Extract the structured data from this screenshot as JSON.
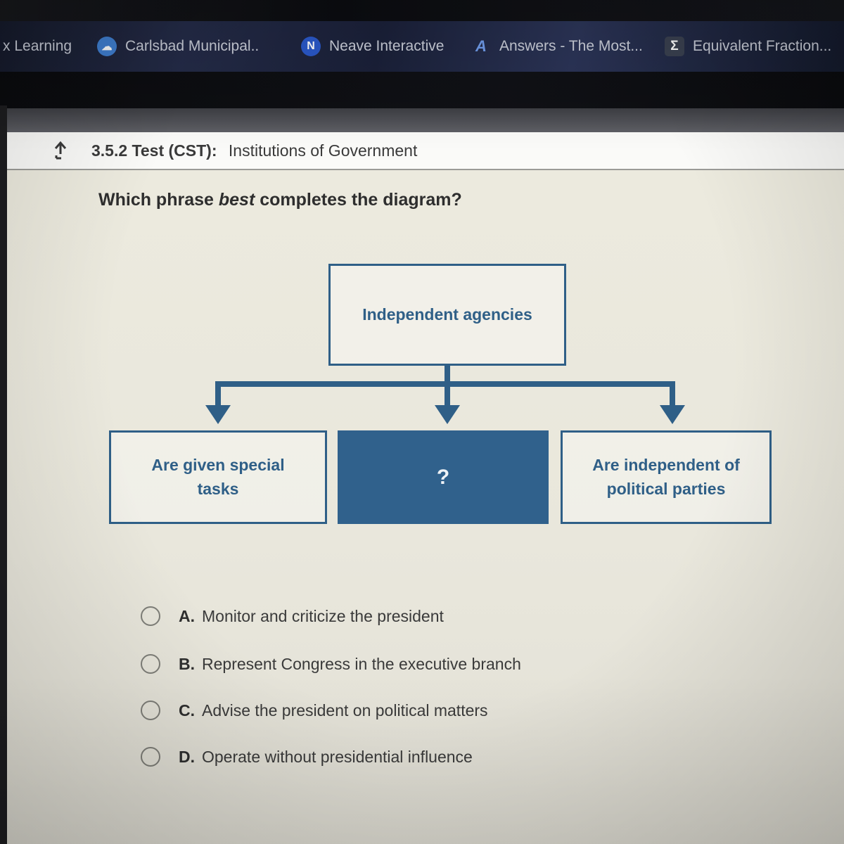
{
  "bookmarks_bar": {
    "items": [
      {
        "label": "x Learning",
        "icon": "none"
      },
      {
        "label": "Carlsbad Municipal..",
        "icon": "cloud-icon"
      },
      {
        "label": "Neave Interactive",
        "icon": "n-badge-icon",
        "badge": "N"
      },
      {
        "label": "Answers - The Most...",
        "icon": "a-badge-icon",
        "badge": "A"
      },
      {
        "label": "Equivalent Fraction...",
        "icon": "sigma-badge-icon",
        "badge": "Σ"
      }
    ]
  },
  "header": {
    "title_bold": "3.5.2 Test (CST):",
    "title_rest": "Institutions of Government"
  },
  "question": {
    "prefix": "Which phrase ",
    "emphasis": "best",
    "suffix": " completes the diagram?"
  },
  "diagram": {
    "top_box": "Independent agencies",
    "left_box": "Are given special tasks",
    "middle_box": "?",
    "right_box": "Are independent of political parties"
  },
  "options": [
    {
      "letter": "A.",
      "text": "Monitor and criticize the president"
    },
    {
      "letter": "B.",
      "text": "Represent Congress in the executive branch"
    },
    {
      "letter": "C.",
      "text": "Advise the president on political matters"
    },
    {
      "letter": "D.",
      "text": "Operate without presidential influence"
    }
  ],
  "colors": {
    "accent": "#2f5f87",
    "middle_box_fill": "#30618c",
    "bookmark_bar": "#1d2340",
    "content_bg": "#e9e7dc"
  }
}
